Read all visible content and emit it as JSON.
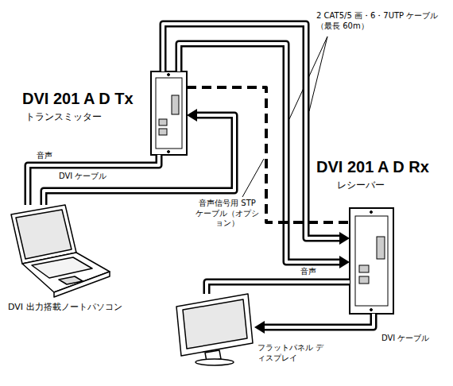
{
  "diagram": {
    "nodes": [
      {
        "text": [
          "DVI 出力搭載ノートパソコン"
        ]
      },
      {
        "text": [
          "DVI 201 A D Tx",
          "トランスミッター"
        ]
      },
      {
        "text": [
          "DVI 201 A D Rx",
          "レシーバー"
        ]
      },
      {
        "text": [
          "フラットパネル ディスプレイ"
        ]
      }
    ],
    "edges": [
      {
        "from": 0,
        "to": 1,
        "label": "音声",
        "arrow": "none"
      },
      {
        "from": 0,
        "to": 1,
        "label": "DVI ケーブル",
        "arrow": "to"
      },
      {
        "from": 1,
        "to": 2,
        "arrow": "to"
      },
      {
        "from": 1,
        "to": 2,
        "arrow": "to"
      },
      {
        "from": 1,
        "to": 2,
        "label": "音声信号用 STP ケーブル（オプション）",
        "arrow": "none"
      },
      {
        "from": 2,
        "to": 3,
        "label": "音声",
        "arrow": "none"
      },
      {
        "from": 2,
        "to": 3,
        "label": "DVI ケーブル",
        "arrow": "to"
      }
    ],
    "labels": [
      "2 CAT5/5 画・6・7UTP ケーブル（最長 60m）"
    ]
  }
}
